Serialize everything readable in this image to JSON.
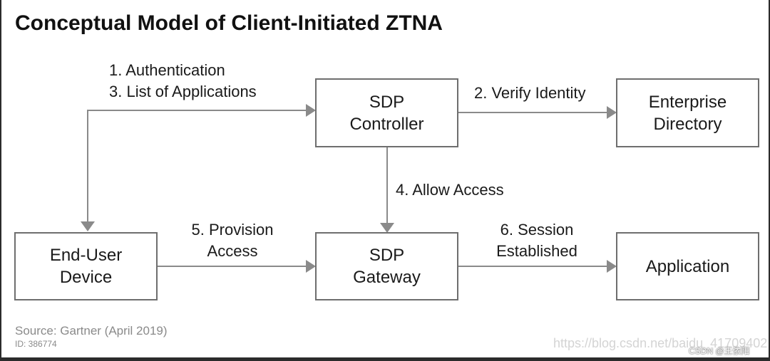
{
  "title": "Conceptual Model of Client-Initiated ZTNA",
  "nodes": {
    "controller": [
      "SDP",
      "Controller"
    ],
    "directory": [
      "Enterprise",
      "Directory"
    ],
    "device": [
      "End-User",
      "Device"
    ],
    "gateway": [
      "SDP",
      "Gateway"
    ],
    "application": [
      "Application"
    ]
  },
  "edges": {
    "auth": [
      "1. Authentication",
      "3. List of Applications"
    ],
    "verify": "2. Verify Identity",
    "allow": "4. Allow Access",
    "provision": [
      "5. Provision",
      "Access"
    ],
    "session": [
      "6. Session",
      "Established"
    ]
  },
  "footer": {
    "source": "Source: Gartner (April 2019)",
    "id": "ID: 386774"
  },
  "watermark": {
    "url": "https://blog.csdn.net/baidu_41709402",
    "csdn": "CSDN @王依阳"
  },
  "colors": {
    "box_border": "#6e6e6e",
    "connector": "#8a8a8a",
    "text": "#1a1a1a"
  }
}
